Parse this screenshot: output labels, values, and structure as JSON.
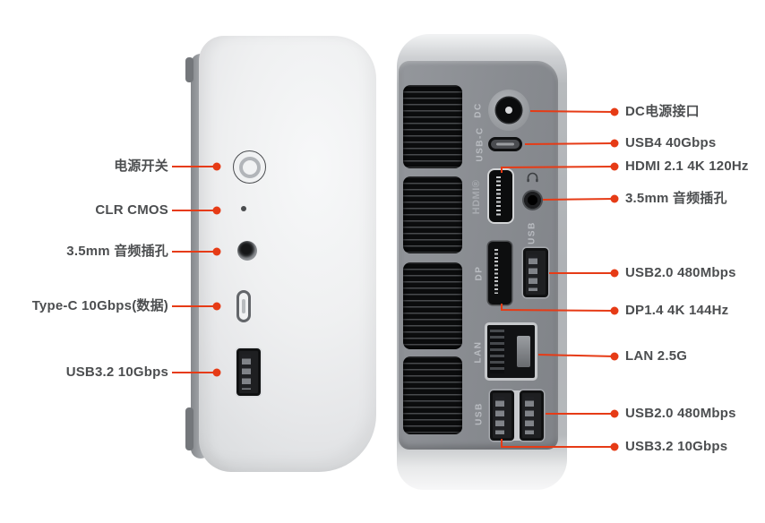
{
  "accent_color": "#e63b16",
  "labels": {
    "left": [
      {
        "text": "电源开关"
      },
      {
        "text": "CLR CMOS"
      },
      {
        "text": "3.5mm 音频插孔"
      },
      {
        "text": "Type-C 10Gbps(数据)"
      },
      {
        "text": "USB3.2 10Gbps"
      }
    ],
    "right": [
      {
        "text": "DC电源接口"
      },
      {
        "text": "USB4 40Gbps"
      },
      {
        "text": "HDMI 2.1 4K 120Hz"
      },
      {
        "text": "3.5mm 音频插孔"
      },
      {
        "text": "USB2.0 480Mbps"
      },
      {
        "text": "DP1.4 4K 144Hz"
      },
      {
        "text": "LAN 2.5G"
      },
      {
        "text": "USB2.0 480Mbps"
      },
      {
        "text": "USB3.2 10Gbps"
      }
    ]
  },
  "port_markings": {
    "dc": "DC",
    "usb_c": "USB-C",
    "hdmi": "HDMI®",
    "usb_top": "USB",
    "dp": "DP",
    "lan": "LAN",
    "usb_bottom": "USB"
  }
}
